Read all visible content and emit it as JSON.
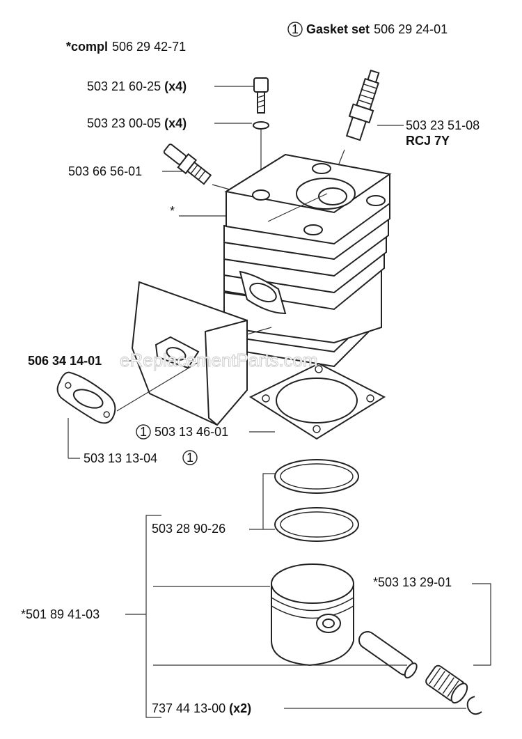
{
  "diagram": {
    "compl_label_bold": "*compl",
    "compl_label_number": "506 29 42-71",
    "gasket_set_marker": "1",
    "gasket_set_label_bold": "Gasket set",
    "gasket_set_number": "506 29 24-01",
    "parts": [
      {
        "number": "503 21 60-25",
        "qty": "(x4)"
      },
      {
        "number": "503 23 00-05",
        "qty": "(x4)"
      },
      {
        "number": "503 23 51-08",
        "subtitle": "RCJ 7Y"
      },
      {
        "number": "503 66 56-01"
      },
      {
        "number": "*"
      },
      {
        "number": "506 34 14-01"
      },
      {
        "number": "503 13 46-01",
        "marker": "1"
      },
      {
        "number": "503 13 13-04",
        "marker": "1"
      },
      {
        "number": "503 28 90-26"
      },
      {
        "number": "*503 13 29-01"
      },
      {
        "number": "*501 89 41-03"
      },
      {
        "number": "737 44 13-00",
        "qty": "(x2)"
      }
    ],
    "watermark": "eReplacementParts.com"
  }
}
